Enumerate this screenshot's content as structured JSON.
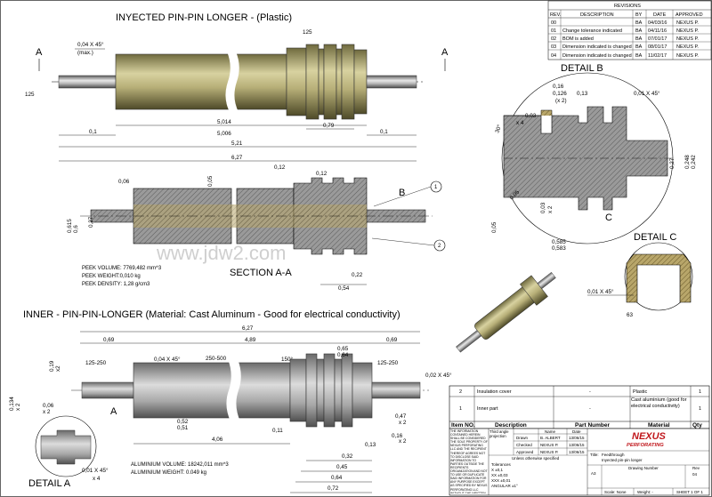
{
  "top_view": {
    "title": "INYECTED PIN-PIN LONGER - (Plastic)",
    "dims": [
      "0,04 X 45°",
      "(max.)",
      "125",
      "125",
      "0,1",
      "5,014",
      "5,006",
      "0,79",
      "0,1",
      "5,21",
      "6,27"
    ],
    "section_marks": [
      "A",
      "A"
    ]
  },
  "revisions": {
    "title": "REVISIONS",
    "headers": [
      "REV.",
      "DESCRIPTION",
      "BY",
      "DATE",
      "APPROVED"
    ],
    "rows": [
      [
        "00",
        "",
        "BA",
        "04/03/16",
        "NEXUS P."
      ],
      [
        "01",
        "Change tolerance indicated",
        "BA",
        "04/11/16",
        "NEXUS P."
      ],
      [
        "02",
        "BOM is added",
        "BA",
        "07/01/17",
        "NEXUS P."
      ],
      [
        "03",
        "Dimension indicated is changed",
        "BA",
        "08/01/17",
        "NEXUS P."
      ],
      [
        "04",
        "Dimension indicated is changed",
        "BA",
        "11/02/17",
        "NEXUS P."
      ]
    ]
  },
  "detail_b": {
    "title": "DETAIL B",
    "dims": [
      "0,16",
      "0,126",
      "(x 2)",
      "0,13",
      "0,01 X 45°",
      "0,03",
      "x 4",
      "30°",
      "0,03",
      "x 2",
      "0,05",
      "0,05",
      "0,27",
      "0,248",
      "0,242",
      "0,585",
      "0,583",
      "C"
    ]
  },
  "section_aa": {
    "title": "SECTION A-A",
    "props": [
      "PEEK VOLUME: 7769,482 mm^3",
      "PEEK WEIGHT:0,010 kg",
      "PEEK DENSITY: 1,28 g/cm3"
    ],
    "dims": [
      "0,12",
      "0,12",
      "0,06",
      "0,05",
      "0,615",
      "0,6",
      "0,27",
      "0,22",
      "0,54",
      "B"
    ],
    "balloons": [
      "1",
      "2"
    ]
  },
  "detail_c": {
    "title": "DETAIL C",
    "dims": [
      "0,01 X 45°",
      "63"
    ]
  },
  "watermark": "www.jdw2.com",
  "inner_view": {
    "title": "INNER - PIN-PIN-LONGER (Material: Cast Aluminum - Good for electrical conductivity)",
    "dims": [
      "6,27",
      "0,69",
      "4,89",
      "0,69",
      "0,19",
      "x2",
      "125-250",
      "0,04 X 45°",
      "250-500",
      "150°",
      "0,65",
      "0,64",
      "0,52",
      "0,51",
      "125-250",
      "0,02 X 45°",
      "0,134",
      "x 2",
      "0,06",
      "x 2",
      "4,06",
      "0,11",
      "0,16",
      "0,47",
      "0,32",
      "0,45",
      "0,64",
      "0,72",
      "0,13",
      "x 2",
      "x 2"
    ],
    "props": [
      "ALUMINIUM VOLUME: 18242,011 mm^3",
      "ALUMINIUM WEIGHT: 0.049 kg"
    ]
  },
  "detail_a": {
    "title": "DETAIL A",
    "dims": [
      "0,01 X 45°",
      "x 4"
    ]
  },
  "bom": {
    "headers": [
      "Item NO.",
      "Description",
      "Part Number",
      "Material",
      "Qty"
    ],
    "rows": [
      [
        "2",
        "Insulation cover",
        "-",
        "Plastic",
        "1"
      ],
      [
        "1",
        "Inner part",
        "-",
        "Cast aluminium (good for electrical conductivity)",
        "1"
      ]
    ]
  },
  "title_block": {
    "notice": "THE INFORMATION CONTAINED HEREIN SHALL BE CONSIDERED THE SOLE PROPERTY OF NEXUS PERFORATING LLC AND THE RECIPIENT THEREOF AGREES NOT TO DISCLOSE SAID INFORMATION TO PARTIES OUTSIDE THE RECIPIENTS ORGANIZATION AND NOT TO USE OR DUPLICATE SAID INFORMATION FOR ANY PURPOSE EXCEPT AS SPECIFIED BY NEXUS PERFORATING LLC WITHOUT THE WRITTEN PERMISSION OF NEXUS PERFORATING LLC.",
    "projection": "Third angle projection",
    "roles": [
      [
        "Drawn",
        "B. ALBERT",
        "13/06/15"
      ],
      [
        "Checked",
        "NEXUS P.",
        "13/06/15"
      ],
      [
        "Approved",
        "NEXUS P.",
        "13/06/15"
      ]
    ],
    "name_col": "Name",
    "date_col": "Date",
    "tolerances_hdr": "Unless otherwise specified",
    "tolerances": [
      "Tolerances",
      "X ±0,1",
      "XX ±0,03",
      "XXX ±0,01",
      "ANGULAR ±1°"
    ],
    "logo": "NEXUS",
    "logo_sub": "PERFORATING",
    "title_label": "Title:",
    "title_value": "Feedthrough",
    "title_value2": "Inyected pin-pin longer",
    "size_label": "A3",
    "drawing_number": "Drawing Number",
    "rev_label": "Rev",
    "rev_value": "04",
    "scale": "Scale: None",
    "weight": "Weight: -",
    "sheet": "SHEET 1 OF 1"
  }
}
